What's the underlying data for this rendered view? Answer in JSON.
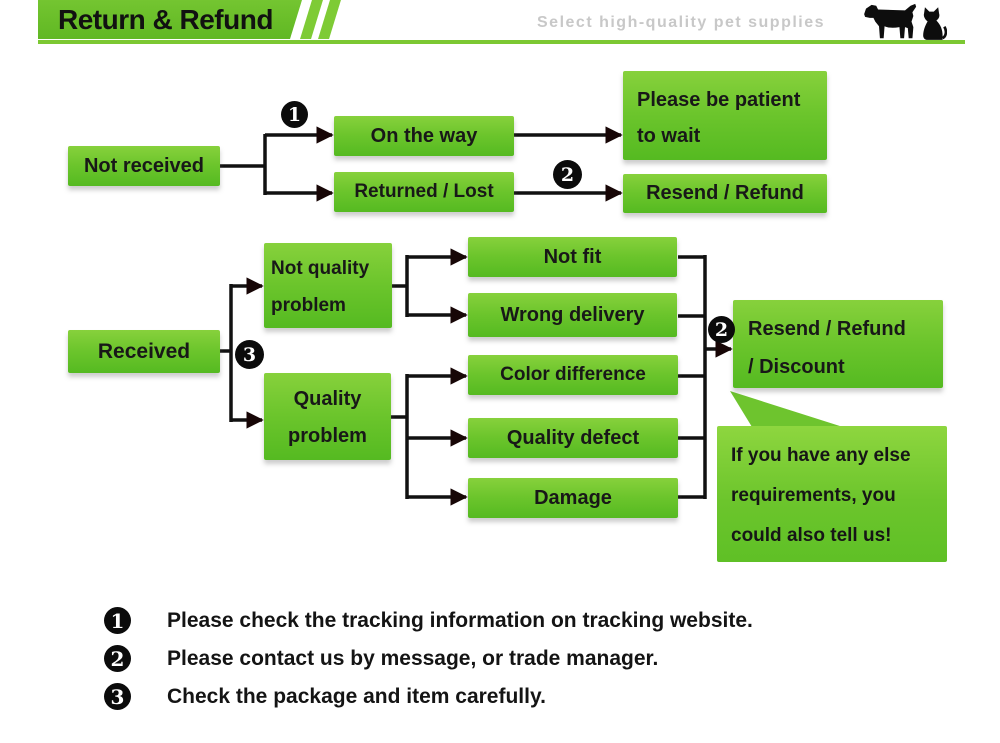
{
  "header": {
    "title": "Return & Refund",
    "tagline": "Select high-quality pet supplies",
    "icons": {
      "left": "dog-icon",
      "right": "cat-icon"
    },
    "colors": {
      "banner_green": "#68bd28",
      "stripe_green": "#7ecb35",
      "underline_green": "#7cc832",
      "tagline_gray": "#c8c8c8"
    }
  },
  "flow": {
    "not_received": "Not received",
    "on_the_way": "On the way",
    "returned_lost": "Returned / Lost",
    "patient_line1": "Please be patient",
    "patient_line2": "to wait",
    "resend_refund": "Resend / Refund",
    "received": "Received",
    "not_quality_line1": "Not quality",
    "not_quality_line2": "problem",
    "quality_line1": "Quality",
    "quality_line2": "problem",
    "not_fit": "Not fit",
    "wrong_delivery": "Wrong delivery",
    "color_difference": "Color difference",
    "quality_defect": "Quality defect",
    "damage": "Damage",
    "resend_discount_line1": "Resend / Refund",
    "resend_discount_line2": "/ Discount",
    "badge1": "1",
    "badge2": "2",
    "badge3": "3",
    "box_colors": {
      "top": "#87d13c",
      "bottom": "#55ba21",
      "text": "#181818"
    }
  },
  "bubble": {
    "line1": "If you have any else",
    "line2": "requirements, you",
    "line3": "could also tell us!"
  },
  "notes": [
    {
      "num": "1",
      "text": "Please check the tracking information on tracking website."
    },
    {
      "num": "2",
      "text": "Please contact us by message, or trade manager."
    },
    {
      "num": "3",
      "text": "Check the package and item carefully."
    }
  ]
}
